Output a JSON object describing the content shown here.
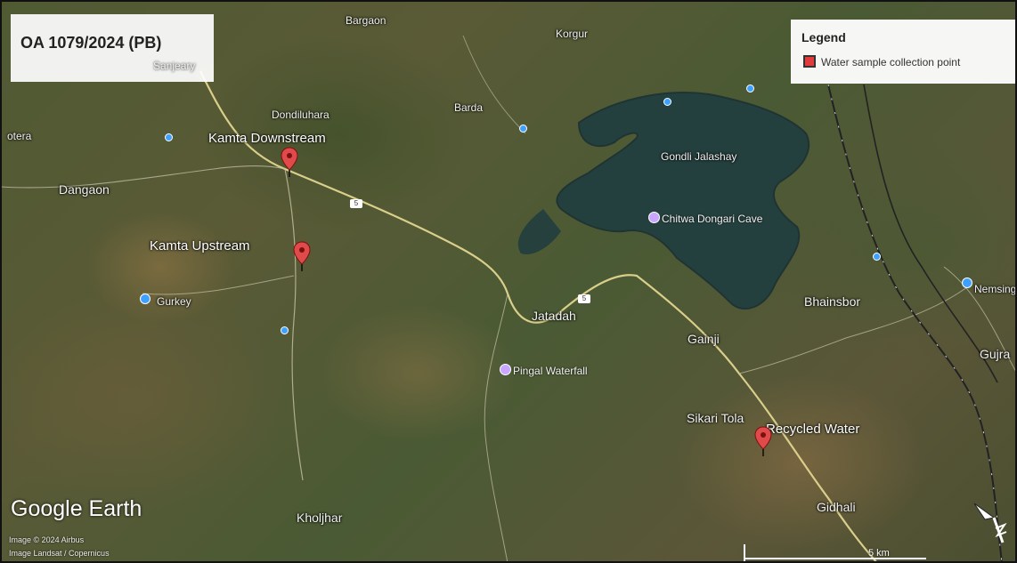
{
  "title": "OA 1079/2024 (PB)",
  "legend": {
    "heading": "Legend",
    "item_label": "Water sample collection point",
    "item_color": "#e23b3b"
  },
  "sample_points": [
    {
      "label": "Kamta Downstream"
    },
    {
      "label": "Kamta Upstream"
    },
    {
      "label": "Recycled Water"
    }
  ],
  "places": [
    "Bargaon",
    "Korgur",
    "Dondiluhara",
    "Barda",
    "Dangaon",
    "Gondli Jalashay",
    "Bhainsbor",
    "Jatadah",
    "Gainji",
    "Sikari Tola",
    "Gurkey",
    "Kholjhar",
    "Gidhali",
    "Nemsing",
    "Gujra",
    "Sanjeary",
    "otera"
  ],
  "pois": [
    "Chitwa Dongari Cave",
    "Pingal Waterfall"
  ],
  "highway_shields": [
    "5",
    "5"
  ],
  "branding": "Google Earth",
  "credits": [
    "Image © 2024 Airbus",
    "Image Landsat / Copernicus"
  ],
  "scale_label": "5 km",
  "pin_color": "#e04a4a",
  "compass": "north-arrow-icon"
}
